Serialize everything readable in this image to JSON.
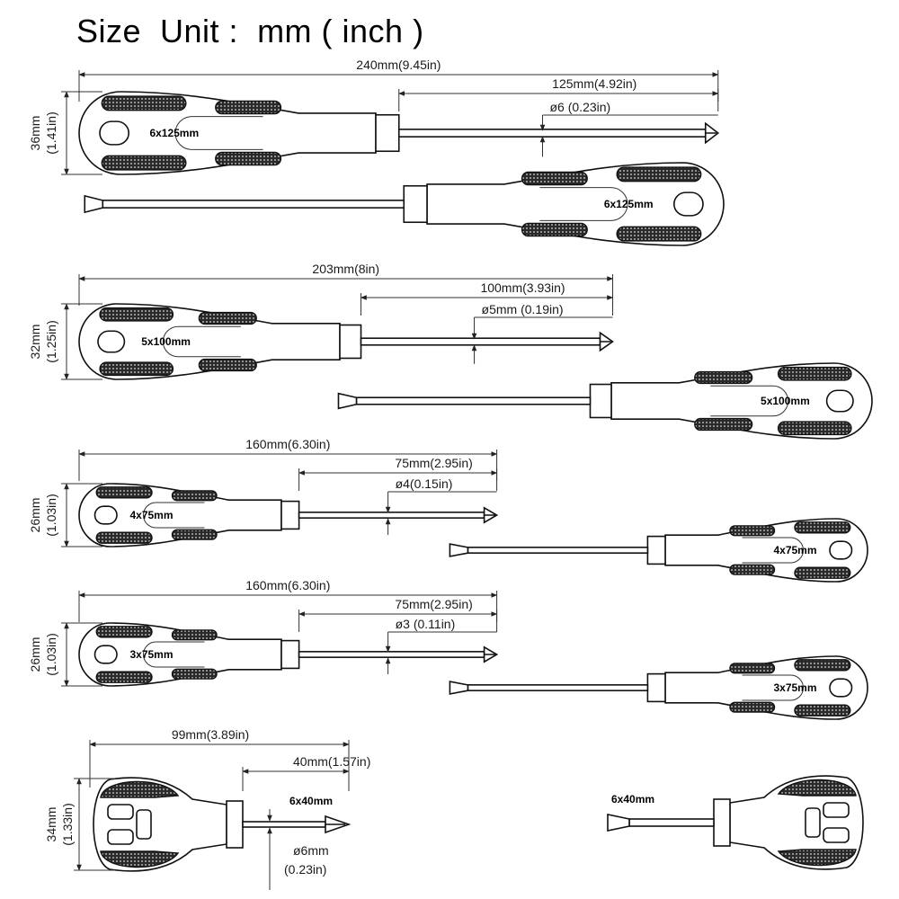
{
  "title": "Size  Unit :  mm ( inch )",
  "screwdrivers": [
    {
      "handle_label": "6x125mm",
      "length": "240mm(9.45in)",
      "shaft_length": "125mm(4.92in)",
      "tip_diameter": "ø6  (0.23in)",
      "height_mm": "36mm",
      "height_in": "(1.41in)"
    },
    {
      "handle_label": "5x100mm",
      "length": "203mm(8in)",
      "shaft_length": "100mm(3.93in)",
      "tip_diameter": "ø5mm  (0.19in)",
      "height_mm": "32mm",
      "height_in": "(1.25in)"
    },
    {
      "handle_label": "4x75mm",
      "length": "160mm(6.30in)",
      "shaft_length": "75mm(2.95in)",
      "tip_diameter": "ø4(0.15in)",
      "height_mm": "26mm",
      "height_in": "(1.03in)"
    },
    {
      "handle_label": "3x75mm",
      "length": "160mm(6.30in)",
      "shaft_length": "75mm(2.95in)",
      "tip_diameter": "ø3  (0.11in)",
      "height_mm": "26mm",
      "height_in": "(1.03in)"
    }
  ],
  "stubby": {
    "length": "99mm(3.89in)",
    "shaft_length": "40mm(1.57in)",
    "phillips_label": "6x40mm",
    "slotted_label": "6x40mm",
    "tip_diameter_mm": "ø6mm",
    "tip_diameter_in": "(0.23in)",
    "height_mm": "34mm",
    "height_in": "(1.33in)"
  }
}
